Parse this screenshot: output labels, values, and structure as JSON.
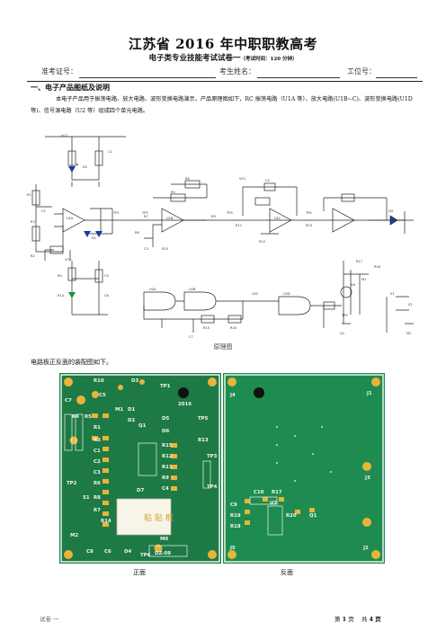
{
  "header": {
    "title": "江苏省 2016 年中职职教高考",
    "subtitle": "电子类专业技能考试试卷一",
    "subtitle_note": "（考试时间：120 分钟）",
    "exam_no_label": "准考证号：",
    "name_label": "考生姓名：",
    "station_label": "工位号："
  },
  "section1": {
    "heading": "一、电子产品图纸及说明",
    "paragraph": "本电子产品用于振荡电路、放大电路、波形变换电路演示，产品原理图如下，RC 振荡电路（U1A 等）、放大电路(U1B~C)、波形变换电路(U1D 等)、信号源电路（U2 等）组成四个单元电路。",
    "schematic_caption": "原理图",
    "assembly_text": "电路板正反面的装配图如下。",
    "front_caption": "正面",
    "back_caption": "反面"
  },
  "schematic": {
    "labels": [
      "VCC",
      "R3",
      "R2",
      "C2",
      "C1",
      "VCC",
      "D2",
      "D1",
      "U1A",
      "R1",
      "R5",
      "R6",
      "R7",
      "R8",
      "U1B",
      "R9",
      "C3",
      "R10",
      "C4",
      "R11",
      "R12",
      "R13",
      "U1C",
      "D3",
      "TP1",
      "TP2",
      "TP3",
      "TP4",
      "VCC",
      "R4",
      "C5",
      "R14",
      "C6",
      "U2A",
      "U2B",
      "U2C",
      "U2D",
      "R15",
      "C7",
      "R16",
      "Q1",
      "TP5",
      "M1",
      "S1",
      "M2",
      "R17",
      "R18",
      "D4",
      "S2"
    ]
  },
  "front_board": {
    "labels": [
      "R10",
      "D3",
      "TP1",
      "C7",
      "C5",
      "2016",
      "M1",
      "D1",
      "R4",
      "R5",
      "D2",
      "Q1",
      "D5",
      "TP5",
      "R1",
      "D6",
      "R3",
      "R15",
      "R13",
      "C1",
      "R12",
      "C2",
      "R11",
      "TP3",
      "C3",
      "R9",
      "TP2",
      "R6",
      "C4",
      "TP4",
      "S1",
      "R8",
      "D7",
      "R7",
      "R14",
      "S2",
      "M2",
      "M0",
      "C8",
      "C6",
      "D4",
      "TP6",
      "DZ-09"
    ],
    "glue_label": "粘 贴 框"
  },
  "back_board": {
    "labels": [
      "J4",
      "J1",
      "J3",
      "C9",
      "C10",
      "R17",
      "R19",
      "R20",
      "Q1",
      "R18",
      "U2",
      "J5",
      "J2"
    ]
  },
  "footer": {
    "left": "试卷 一",
    "page_label": "第",
    "page_number": "1",
    "page_unit": "页",
    "total_label": "共",
    "total_number": "4",
    "total_unit": "页"
  }
}
